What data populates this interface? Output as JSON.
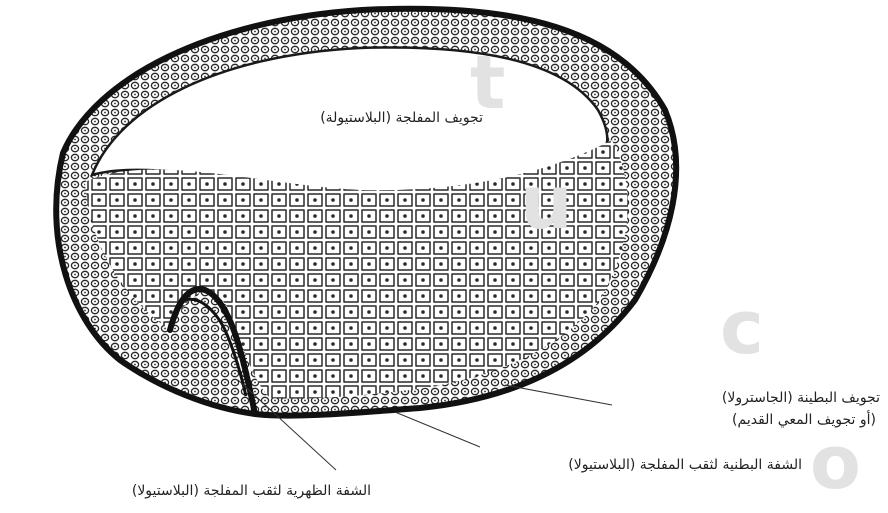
{
  "labels": {
    "blastocoel": "تجويف المفلجة (البلاستيولة)",
    "archenteron_line1": "تجويف البطينة (الجاسترولا)",
    "archenteron_line2": "(أو تجويف المعي القديم)",
    "ventral_lip": "الشفة البطنية لثقب المفلجة (البلاستيولا)",
    "dorsal_lip": "الشفة الظهرية لثقب المفلجة (البلاستيولا)"
  },
  "colors": {
    "outline": "#1a1a1a",
    "cell_fill": "#ffffff",
    "watermark": "#e2e2e2"
  },
  "watermark_glyphs": [
    "t",
    "u",
    "c",
    "o"
  ]
}
